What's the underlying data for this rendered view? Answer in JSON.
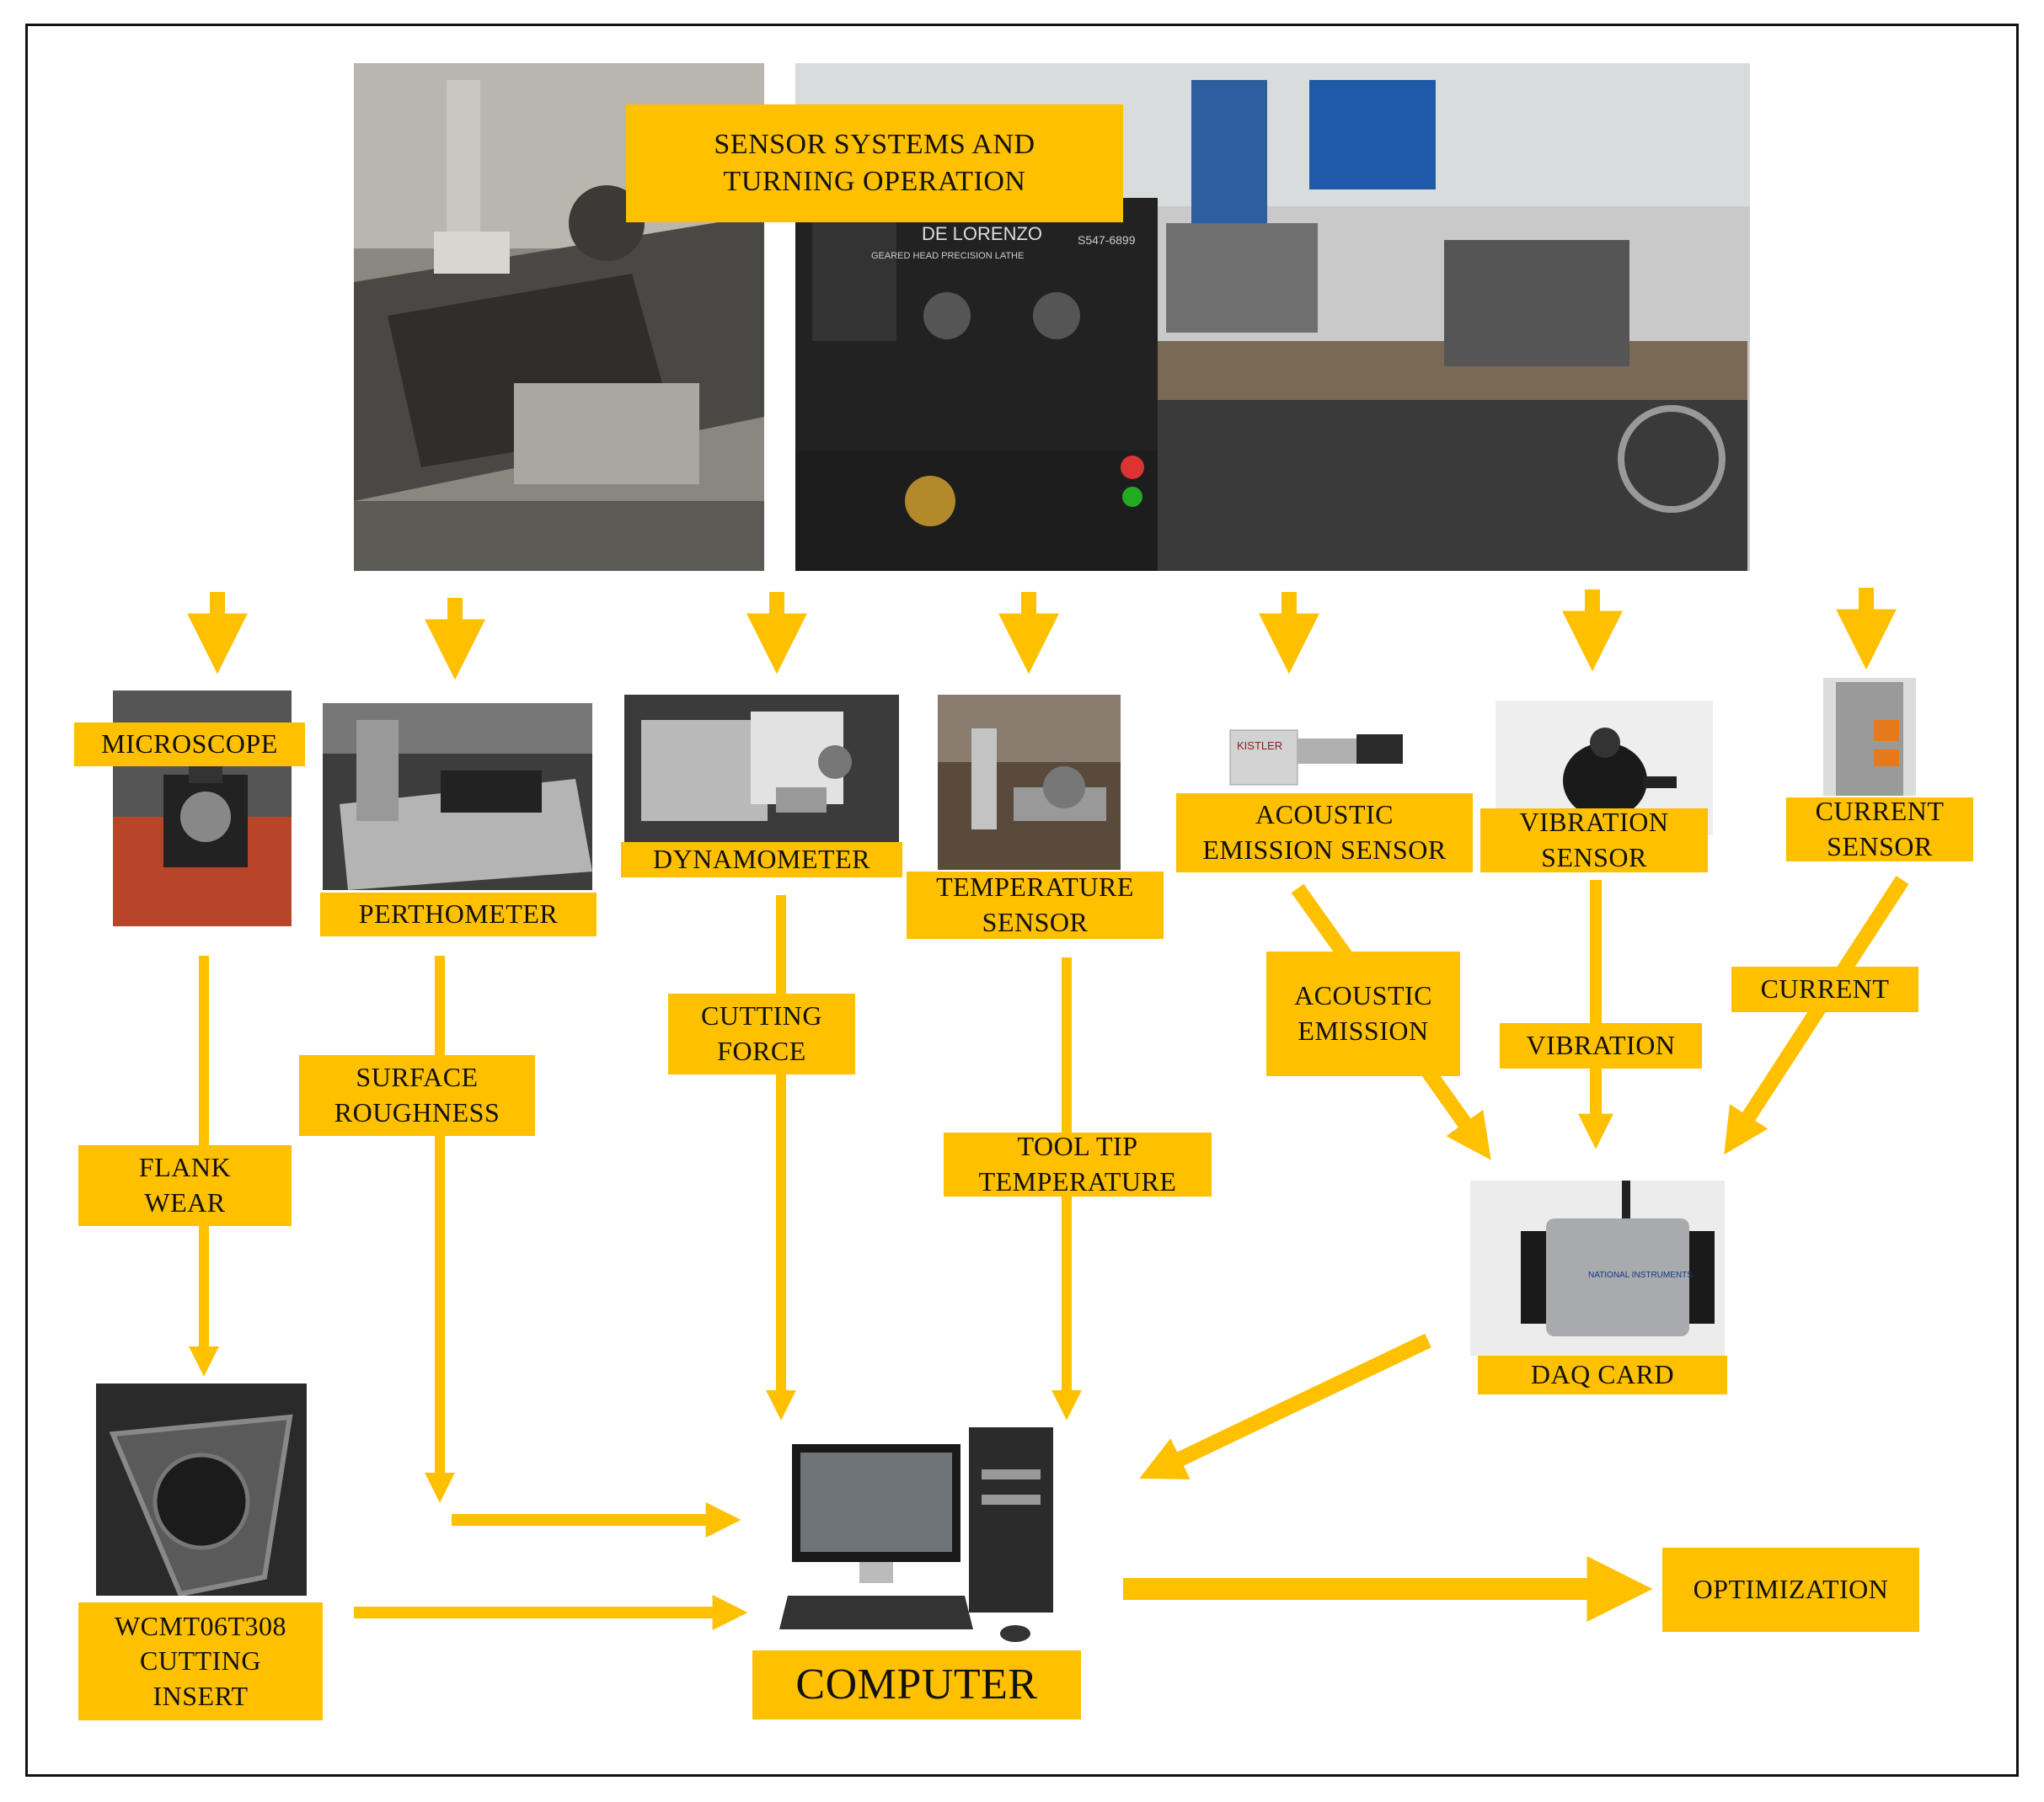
{
  "title": "SENSOR SYSTEMS AND\nTURNING OPERATION",
  "nodes": {
    "microscope": "MICROSCOPE",
    "perthometer": "PERTHOMETER",
    "dynamometer": "DYNAMOMETER",
    "temperature_sensor": "TEMPERATURE\nSENSOR",
    "acoustic_emission_sensor": "ACOUSTIC\nEMISSION  SENSOR",
    "vibration_sensor": "VIBRATION\nSENSOR",
    "current_sensor": "CURRENT\nSENSOR",
    "daq_card": "DAQ CARD",
    "computer": "COMPUTER",
    "optimization": "OPTIMIZATION",
    "cutting_insert": "WCMT06T308\nCUTTING\nINSERT"
  },
  "signals": {
    "flank_wear": "FLANK\nWEAR",
    "surface_roughness": "SURFACE\nROUGHNESS",
    "cutting_force": "CUTTING\nFORCE",
    "tool_tip_temperature": "TOOL  TIP\nTEMPERATURE",
    "acoustic_emission": "ACOUSTIC\nEMISSION",
    "vibration": "VIBRATION",
    "current": "CURRENT"
  },
  "photo_text": {
    "lathe_brand": "DE LORENZO",
    "lathe_model": "GEARED HEAD PRECISION LATHE",
    "lathe_serial": "S547-6899",
    "sensor_brand": "KISTLER",
    "daq_brand": "NATIONAL\nINSTRUMENTS"
  },
  "colors": {
    "accent": "#FFC000",
    "arrow": "#FFC000",
    "border": "#111111"
  }
}
